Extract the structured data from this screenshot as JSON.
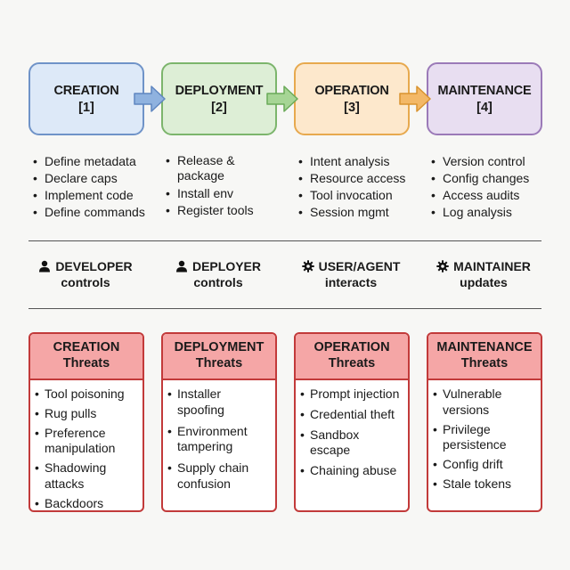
{
  "stages": [
    {
      "title": "CREATION",
      "num": "[1]",
      "fill": "#dde9f8",
      "border": "#6f93c8"
    },
    {
      "title": "DEPLOYMENT",
      "num": "[2]",
      "fill": "#ddeed6",
      "border": "#7cb56c"
    },
    {
      "title": "OPERATION",
      "num": "[3]",
      "fill": "#fde8cc",
      "border": "#e7a94e"
    },
    {
      "title": "MAINTENANCE",
      "num": "[4]",
      "fill": "#e8def1",
      "border": "#9b7ab8"
    }
  ],
  "arrows": [
    {
      "color": "#8fb2df",
      "stroke": "#5f86c0"
    },
    {
      "color": "#a6d595",
      "stroke": "#6aaa58"
    },
    {
      "color": "#f3b867",
      "stroke": "#d9932f"
    }
  ],
  "activities": [
    [
      "Define metadata",
      "Declare caps",
      "Implement code",
      "Define commands"
    ],
    [
      "Release & package",
      "Install env",
      "Register tools"
    ],
    [
      "Intent analysis",
      "Resource access",
      "Tool invocation",
      "Session mgmt"
    ],
    [
      "Version control",
      "Config changes",
      "Access audits",
      "Log analysis"
    ]
  ],
  "roles": [
    {
      "icon": "person-icon",
      "line1": "DEVELOPER",
      "line2": "controls"
    },
    {
      "icon": "person-icon",
      "line1": "DEPLOYER",
      "line2": "controls"
    },
    {
      "icon": "gear-icon",
      "line1": "USER/AGENT",
      "line2": "interacts"
    },
    {
      "icon": "gear-icon",
      "line1": "MAINTAINER",
      "line2": "updates"
    }
  ],
  "threats": [
    {
      "title": "CREATION",
      "sub": "Threats",
      "items": [
        "Tool poisoning",
        "Rug pulls",
        "Preference manipulation",
        "Shadowing attacks",
        "Backdoors"
      ]
    },
    {
      "title": "DEPLOYMENT",
      "sub": "Threats",
      "items": [
        "Installer spoofing",
        "Environment tampering",
        "Supply chain confusion"
      ]
    },
    {
      "title": "OPERATION",
      "sub": "Threats",
      "items": [
        "Prompt injection",
        "Credential theft",
        "Sandbox escape",
        "Chaining abuse"
      ]
    },
    {
      "title": "MAINTENANCE",
      "sub": "Threats",
      "items": [
        "Vulnerable versions",
        "Privilege persistence",
        "Config drift",
        "Stale tokens"
      ]
    }
  ]
}
